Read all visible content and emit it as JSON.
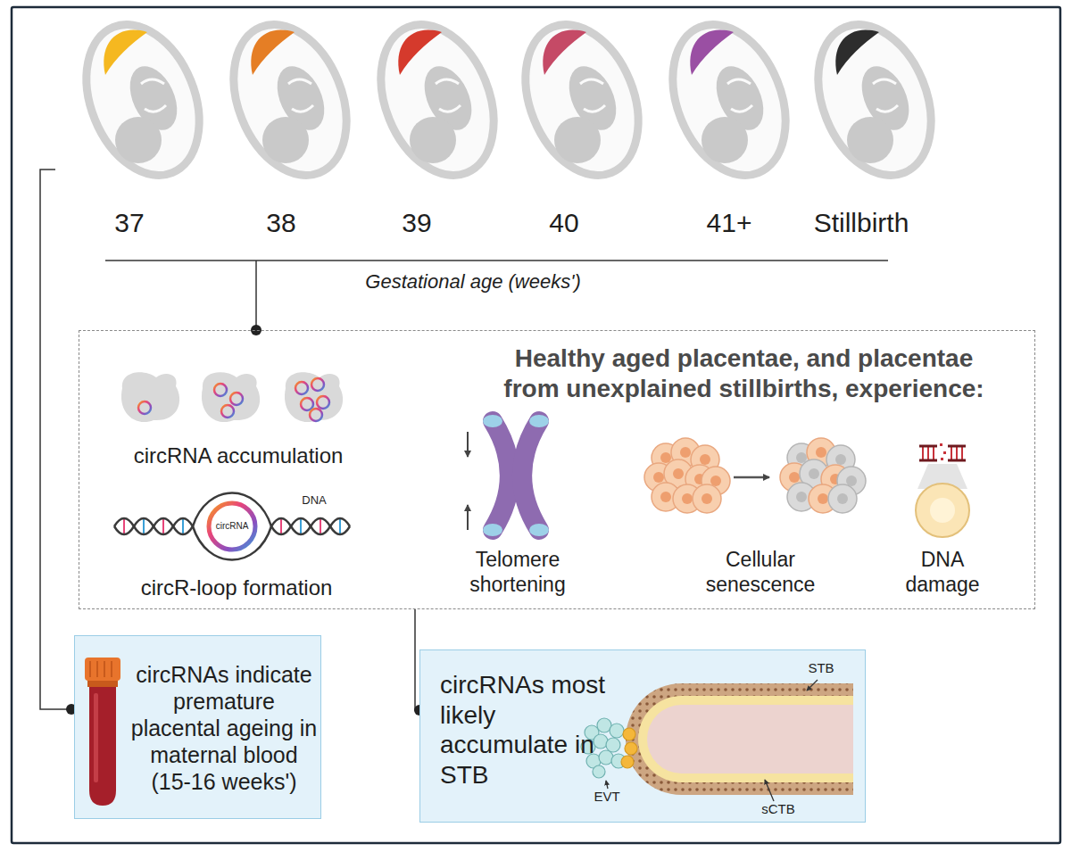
{
  "diagram": {
    "nodes": [
      {
        "text": [
          "Healthy aged placentae, and placentae from unexplained stillbirths, experience:"
        ]
      },
      {
        "text": [
          "circRNAs indicate premature placental ageing in maternal blood (15-16 weeks')"
        ]
      },
      {
        "text": [
          "circRNAs most likely accumulate in STB"
        ]
      }
    ],
    "edges": [
      {
        "from": 0,
        "to": 2,
        "arrow": "none"
      }
    ],
    "labels": [
      "37",
      "38",
      "39",
      "40",
      "41+",
      "Stillbirth",
      "Gestational age (weeks')",
      "circRNA accumulation",
      "DNA",
      "circRNA",
      "circR-loop formation",
      "Telomere shortening",
      "Cellular senescence",
      "DNA damage",
      "STB",
      "EVT",
      "sCTB"
    ]
  }
}
